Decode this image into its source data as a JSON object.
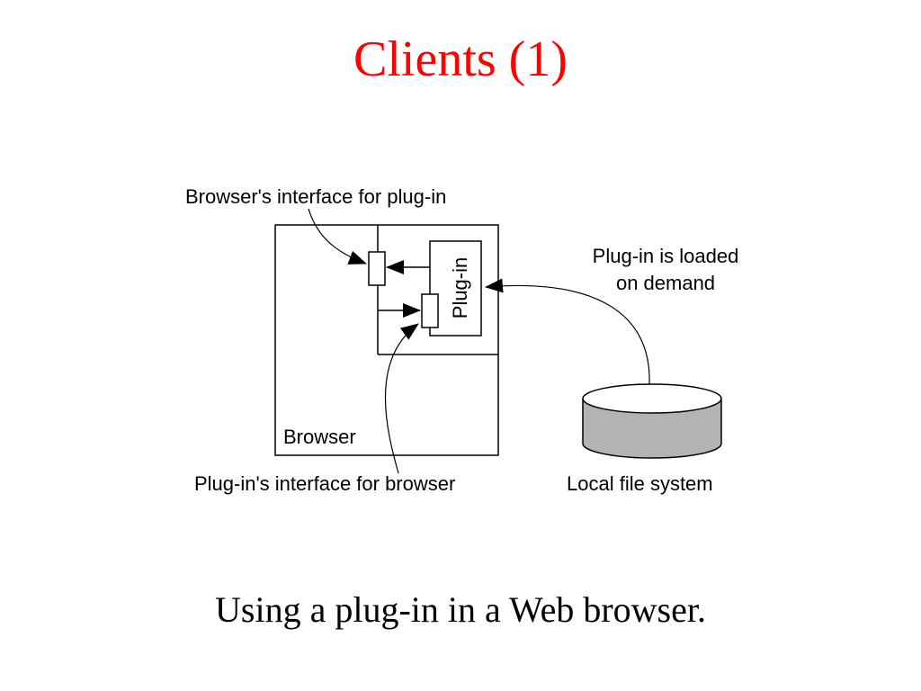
{
  "slide": {
    "title": "Clients (1)",
    "caption": "Using a plug-in in a Web browser."
  },
  "diagram": {
    "browser_interface_label": "Browser's interface for plug-in",
    "plugin_box_label": "Plug-in",
    "loaded_label_line1": "Plug-in is loaded",
    "loaded_label_line2": "on demand",
    "browser_label": "Browser",
    "plugin_interface_label": "Plug-in's interface for browser",
    "filesystem_label": "Local file system",
    "colors": {
      "title": "#ff0000",
      "cylinder_fill": "#b3b3b3",
      "stroke": "#000000"
    }
  }
}
